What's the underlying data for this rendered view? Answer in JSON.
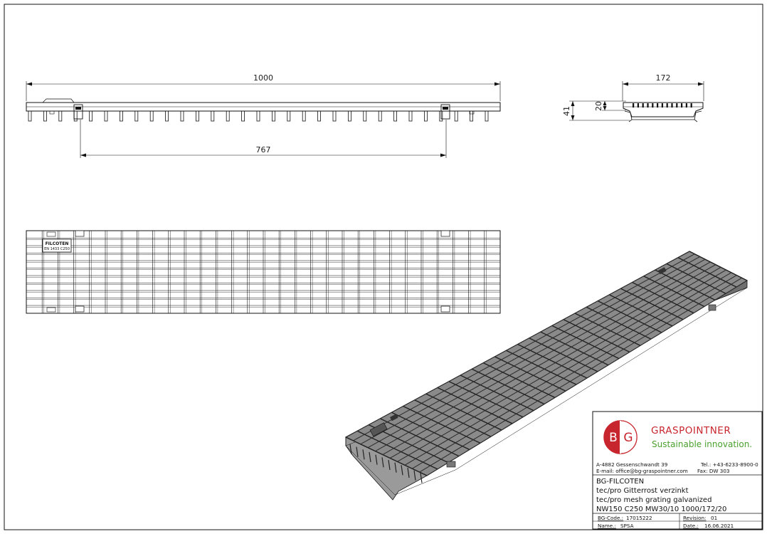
{
  "drawing": {
    "dimensions": {
      "length": "1000",
      "spacing": "767",
      "width": "172",
      "height_total": "41",
      "height_grate": "20"
    },
    "logo_text": "FILCOTEN EN 1433 C250"
  },
  "title_block": {
    "logo_mark_left": "B",
    "logo_mark_right": "G",
    "company": "GRASPOINTNER",
    "slogan": "Sustainable innovation.",
    "address": "A-4882  Gessenschwandt 39",
    "tel": "Tel.: +43-6233-8900-0",
    "email": "E-mail: office@bg-graspointner.com",
    "fax": "Fax:  DW 303",
    "product_lines": [
      "BG-FILCOTEN",
      "tec/pro Gitterrost verzinkt",
      "tec/pro mesh grating galvanized",
      "NW150 C250 MW30/10 1000/172/20"
    ],
    "bg_code_label": "BG-Code.:",
    "bg_code": "17015222",
    "revision_label": "Revision:",
    "revision": "01",
    "name_label": "Name.:",
    "name": "SPSA",
    "date_label": "Date.:",
    "date": "16.06.2021"
  },
  "colors": {
    "line": "#111111",
    "brand_red": "#c8262e",
    "brand_green": "#4aa02c",
    "grate_fill": "#8a8a8a"
  }
}
